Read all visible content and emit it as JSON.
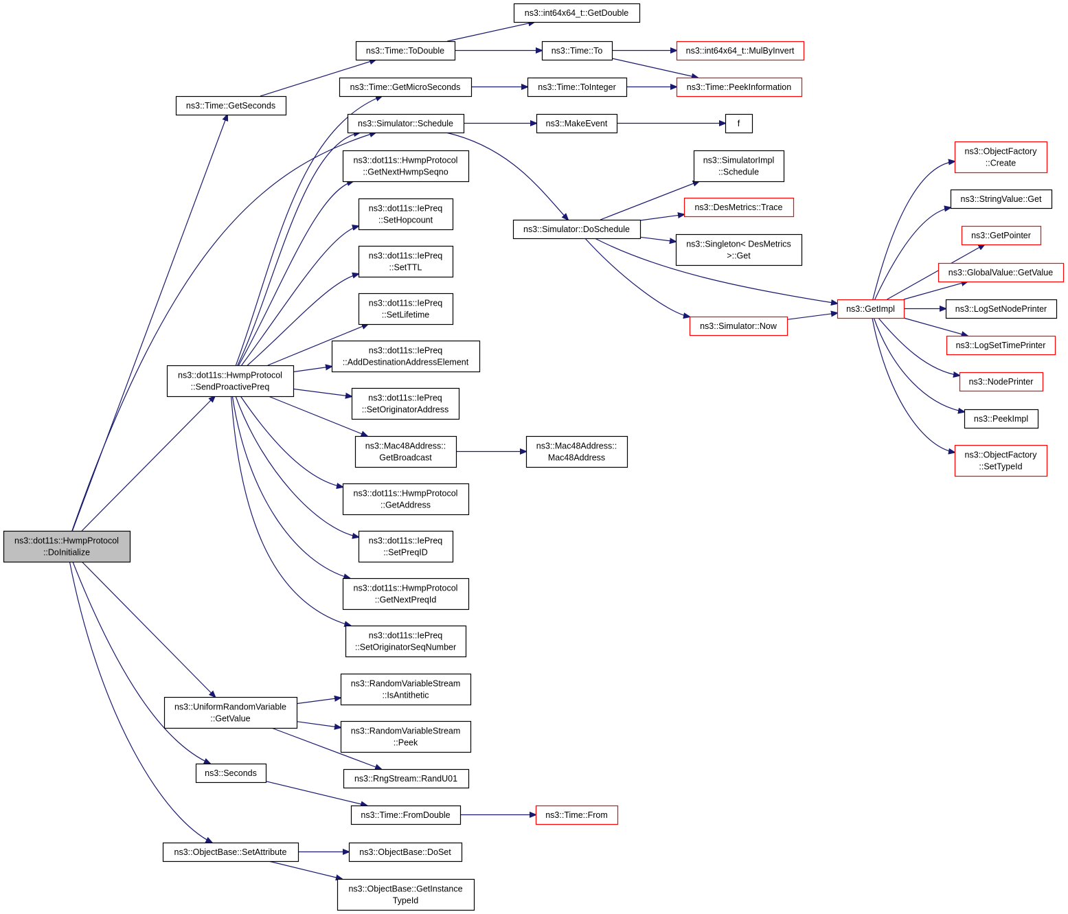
{
  "diagram": {
    "colors": {
      "edge": "#191970",
      "normal_border": "#000000",
      "truncated_border": "#ff0000",
      "root_fill": "#bfbfbf",
      "node_fill": "#ffffff"
    },
    "nodes": [
      {
        "id": "root",
        "lines": [
          "ns3::dot11s::HwmpProtocol",
          "::DoInitialize"
        ],
        "style": "root"
      },
      {
        "id": "getseconds",
        "lines": [
          "ns3::Time::GetSeconds"
        ],
        "style": "normal"
      },
      {
        "id": "todouble",
        "lines": [
          "ns3::Time::ToDouble"
        ],
        "style": "normal"
      },
      {
        "id": "getdouble",
        "lines": [
          "ns3::int64x64_t::GetDouble"
        ],
        "style": "normal"
      },
      {
        "id": "to",
        "lines": [
          "ns3::Time::To"
        ],
        "style": "normal"
      },
      {
        "id": "mulbyinvert",
        "lines": [
          "ns3::int64x64_t::MulByInvert"
        ],
        "style": "truncated"
      },
      {
        "id": "getmicroseconds",
        "lines": [
          "ns3::Time::GetMicroSeconds"
        ],
        "style": "normal"
      },
      {
        "id": "tointeger",
        "lines": [
          "ns3::Time::ToInteger"
        ],
        "style": "normal"
      },
      {
        "id": "peekinformation",
        "lines": [
          "ns3::Time::PeekInformation"
        ],
        "style": "truncated"
      },
      {
        "id": "schedule",
        "lines": [
          "ns3::Simulator::Schedule"
        ],
        "style": "normal"
      },
      {
        "id": "makeevent",
        "lines": [
          "ns3::MakeEvent"
        ],
        "style": "normal"
      },
      {
        "id": "f",
        "lines": [
          "f"
        ],
        "style": "normal"
      },
      {
        "id": "getnexthwmpseqno",
        "lines": [
          "ns3::dot11s::HwmpProtocol",
          "::GetNextHwmpSeqno"
        ],
        "style": "normal"
      },
      {
        "id": "sethopcount",
        "lines": [
          "ns3::dot11s::IePreq",
          "::SetHopcount"
        ],
        "style": "normal"
      },
      {
        "id": "setttl",
        "lines": [
          "ns3::dot11s::IePreq",
          "::SetTTL"
        ],
        "style": "normal"
      },
      {
        "id": "setlifetime",
        "lines": [
          "ns3::dot11s::IePreq",
          "::SetLifetime"
        ],
        "style": "normal"
      },
      {
        "id": "adddest",
        "lines": [
          "ns3::dot11s::IePreq",
          "::AddDestinationAddressElement"
        ],
        "style": "normal"
      },
      {
        "id": "setorigaddr",
        "lines": [
          "ns3::dot11s::IePreq",
          "::SetOriginatorAddress"
        ],
        "style": "normal"
      },
      {
        "id": "getbroadcast",
        "lines": [
          "ns3::Mac48Address::",
          "GetBroadcast"
        ],
        "style": "normal"
      },
      {
        "id": "mac48address",
        "lines": [
          "ns3::Mac48Address::",
          "Mac48Address"
        ],
        "style": "normal"
      },
      {
        "id": "getaddress",
        "lines": [
          "ns3::dot11s::HwmpProtocol",
          "::GetAddress"
        ],
        "style": "normal"
      },
      {
        "id": "setpreqid",
        "lines": [
          "ns3::dot11s::IePreq",
          "::SetPreqID"
        ],
        "style": "normal"
      },
      {
        "id": "getnextpreqid",
        "lines": [
          "ns3::dot11s::HwmpProtocol",
          "::GetNextPreqId"
        ],
        "style": "normal"
      },
      {
        "id": "setorigseq",
        "lines": [
          "ns3::dot11s::IePreq",
          "::SetOriginatorSeqNumber"
        ],
        "style": "normal"
      },
      {
        "id": "sendproactive",
        "lines": [
          "ns3::dot11s::HwmpProtocol",
          "::SendProactivePreq"
        ],
        "style": "normal"
      },
      {
        "id": "simimplschedule",
        "lines": [
          "ns3::SimulatorImpl",
          "::Schedule"
        ],
        "style": "normal"
      },
      {
        "id": "desmetricstrace",
        "lines": [
          "ns3::DesMetrics::Trace"
        ],
        "style": "truncated"
      },
      {
        "id": "doschedule",
        "lines": [
          "ns3::Simulator::DoSchedule"
        ],
        "style": "normal"
      },
      {
        "id": "singletonget",
        "lines": [
          "ns3::Singleton< DesMetrics",
          " >::Get"
        ],
        "style": "normal"
      },
      {
        "id": "now",
        "lines": [
          "ns3::Simulator::Now"
        ],
        "style": "truncated"
      },
      {
        "id": "getimpl",
        "lines": [
          "ns3::GetImpl"
        ],
        "style": "truncated"
      },
      {
        "id": "ofcreate",
        "lines": [
          "ns3::ObjectFactory",
          "::Create"
        ],
        "style": "truncated"
      },
      {
        "id": "stringvalueget",
        "lines": [
          "ns3::StringValue::Get"
        ],
        "style": "normal"
      },
      {
        "id": "getpointer",
        "lines": [
          "ns3::GetPointer"
        ],
        "style": "truncated"
      },
      {
        "id": "globalvalueget",
        "lines": [
          "ns3::GlobalValue::GetValue"
        ],
        "style": "truncated"
      },
      {
        "id": "logsetnodeprinter",
        "lines": [
          "ns3::LogSetNodePrinter"
        ],
        "style": "normal"
      },
      {
        "id": "logsettimeprinter",
        "lines": [
          "ns3::LogSetTimePrinter"
        ],
        "style": "truncated"
      },
      {
        "id": "nodeprinter",
        "lines": [
          "ns3::NodePrinter"
        ],
        "style": "truncated"
      },
      {
        "id": "peekimpl",
        "lines": [
          "ns3::PeekImpl"
        ],
        "style": "normal"
      },
      {
        "id": "ofsettypeid",
        "lines": [
          "ns3::ObjectFactory",
          "::SetTypeId"
        ],
        "style": "truncated"
      },
      {
        "id": "urvgetvalue",
        "lines": [
          "ns3::UniformRandomVariable",
          "::GetValue"
        ],
        "style": "normal"
      },
      {
        "id": "isantithetic",
        "lines": [
          "ns3::RandomVariableStream",
          "::IsAntithetic"
        ],
        "style": "normal"
      },
      {
        "id": "rvspeek",
        "lines": [
          "ns3::RandomVariableStream",
          "::Peek"
        ],
        "style": "normal"
      },
      {
        "id": "randu01",
        "lines": [
          "ns3::RngStream::RandU01"
        ],
        "style": "normal"
      },
      {
        "id": "seconds",
        "lines": [
          "ns3::Seconds"
        ],
        "style": "normal"
      },
      {
        "id": "fromdouble",
        "lines": [
          "ns3::Time::FromDouble"
        ],
        "style": "normal"
      },
      {
        "id": "timefrom",
        "lines": [
          "ns3::Time::From"
        ],
        "style": "truncated"
      },
      {
        "id": "setattribute",
        "lines": [
          "ns3::ObjectBase::SetAttribute"
        ],
        "style": "normal"
      },
      {
        "id": "doset",
        "lines": [
          "ns3::ObjectBase::DoSet"
        ],
        "style": "normal"
      },
      {
        "id": "getinstancetypeid",
        "lines": [
          "ns3::ObjectBase::GetInstance",
          "TypeId"
        ],
        "style": "normal"
      }
    ]
  }
}
